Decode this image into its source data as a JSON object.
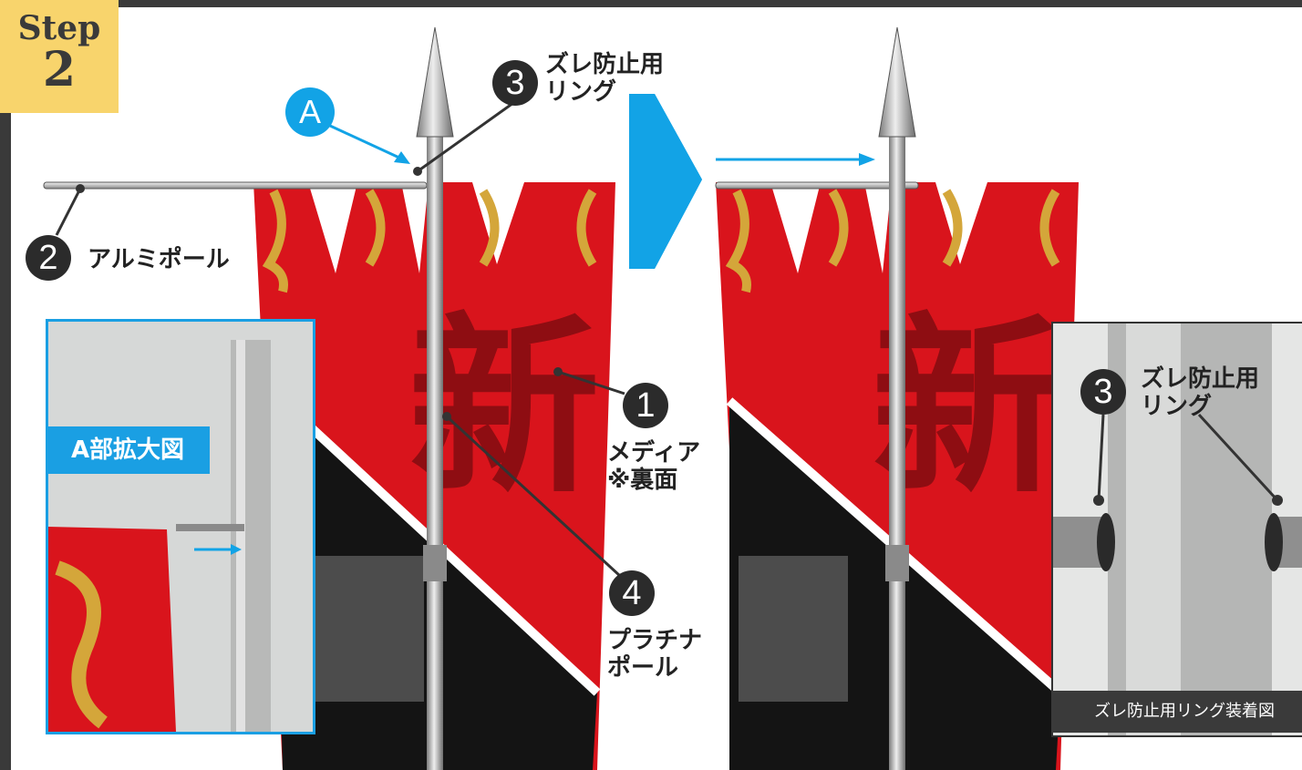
{
  "step": {
    "word": "Step",
    "number": "2"
  },
  "labels": {
    "ring_title": "ズレ防止用\nリング",
    "aluminum_pole": "アルミポール",
    "media": "メディア\n※裏面",
    "platinum_pole": "プラチナ\nポール",
    "callout_a": "A"
  },
  "badges": {
    "b1": "1",
    "b2": "2",
    "b3": "3",
    "b4": "4"
  },
  "inset_left": {
    "tag": "A部拡大図"
  },
  "inset_right": {
    "ring_title": "ズレ防止用\nリング",
    "badge": "3",
    "caption": "ズレ防止用リング装着図"
  },
  "colors": {
    "accent_blue": "#12a3e6",
    "step_yellow": "#f8d46c",
    "dark": "#2b2b2b",
    "banner_red": "#d9141c"
  }
}
